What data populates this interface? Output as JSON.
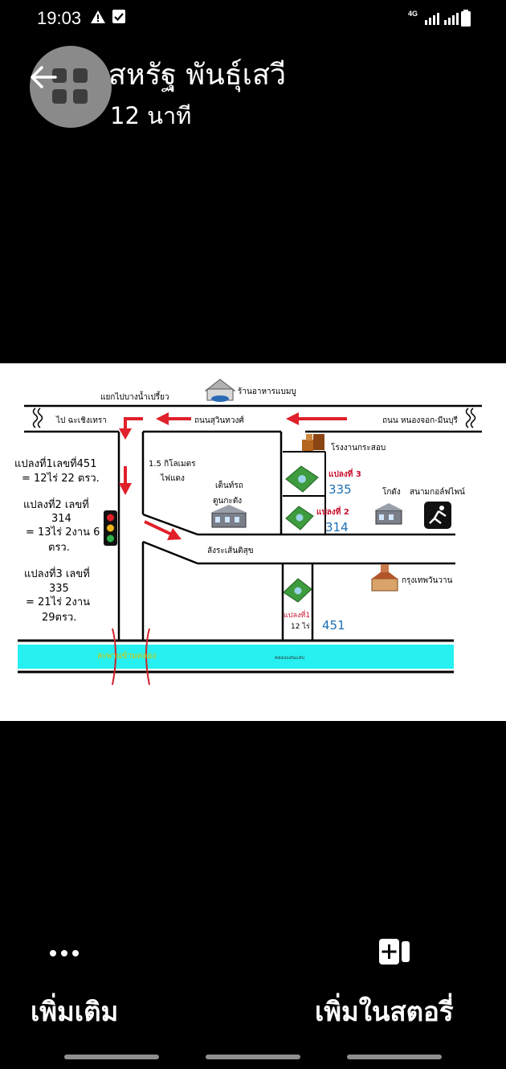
{
  "status_bar": {
    "time": "19:03",
    "alert_icon": "warning-triangle-icon",
    "notification_icon": "checkbox-icon",
    "network_label": "4G",
    "signal_icon": "signal-bars-icon",
    "battery_icon": "battery-icon"
  },
  "header": {
    "name": "สหรัฐ พันธุ์เสวี",
    "time_ago": "12 นาที",
    "back_icon": "arrow-left-icon",
    "avatar_icon": "grid-avatar-icon"
  },
  "map": {
    "top_label": "แยกไปบางน้ำเปรี้ยว",
    "restaurant_label": "ร้านอาหารแบมบู",
    "road_left_label": "ไป ฉะเชิงเทรา",
    "road_main_label": "ถนนสุวินทวงศ์",
    "road_right_label": "ถนน หนองจอก-มีนบุรี",
    "factory_label": "โรงงานกระสอบ",
    "distance_label": "1.5 กิโลเมตร",
    "traffic_light_label": "ไฟแดง",
    "tent_label_1": "เต็นท์รถ",
    "tent_label_2": "ตูนกะตัง",
    "warehouse_label": "โกดัง",
    "golf_label": "สนามกอล์ฟไพน์",
    "soi_label": "ลังระเส้นติสุข",
    "church_label": "กรุงเทพวันวาน",
    "plot3_label": "แปลงที่ 3",
    "plot2_label": "แปลงที่ 2",
    "plot1_label": "แปลงที่1",
    "plot1_area": "12 ไร่",
    "plot3_number": "335",
    "plot2_number": "314",
    "plot1_number": "451",
    "canal_left_label": "สะพานข้ามคลอง",
    "canal_center_label": "คลองแสนแสบ",
    "info_1": "แปลงที่1เลขที่451",
    "info_2": "= 12ไร่ 22 ตรว.",
    "info_3": "แปลงที่2 เลขที่",
    "info_4": "314",
    "info_5": "= 13ไร่ 2งาน 6",
    "info_6": "ตรว.",
    "info_7": "แปลงที่3 เลขที่",
    "info_8": "335",
    "info_9": "= 21ไร่ 2งาน",
    "info_10": "29ตรว."
  },
  "footer": {
    "more_label": "เพิ่มเติม",
    "more_icon": "ellipsis-icon",
    "add_story_label": "เพิ่มในสตอรี่",
    "add_story_icon": "add-to-story-icon"
  },
  "colors": {
    "road_arrow": "#e0202a",
    "plot_number": "#1b6fb5",
    "canal": "#26f0f0"
  }
}
